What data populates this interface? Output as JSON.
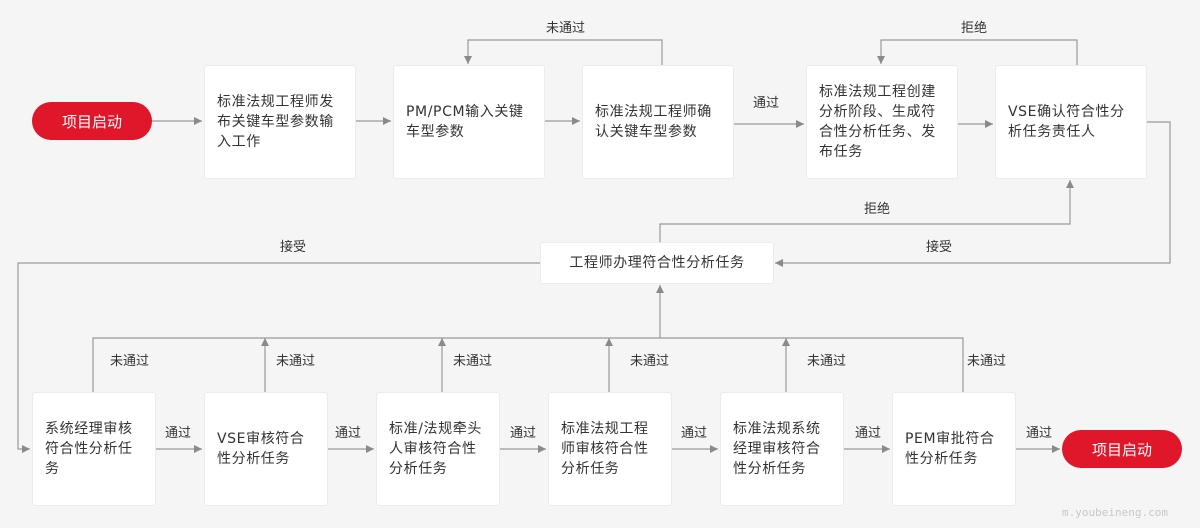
{
  "start_label": "项目启动",
  "end_label": "项目启动",
  "nodes": {
    "n1": "标准法规工程师发布关键车型参数输入工作",
    "n2": "PM/PCM输入关键车型参数",
    "n3": "标准法规工程师确认关键车型参数",
    "n4": "标准法规工程创建分析阶段、生成符合性分析任务、发布任务",
    "n5": "VSE确认符合性分析任务责任人",
    "n6": "工程师办理符合性分析任务",
    "b1": "系统经理审核符合性分析任务",
    "b2": "VSE审核符合性分析任务",
    "b3": "标准/法规牵头人审核符合性分析任务",
    "b4": "标准法规工程师审核符合性分析任务",
    "b5": "标准法规系统经理审核符合性分析任务",
    "b6": "PEM审批符合性分析任务"
  },
  "edge_labels": {
    "not_passed": "未通过",
    "passed": "通过",
    "rejected": "拒绝",
    "accepted": "接受"
  },
  "watermark": "m.youbeineng.com"
}
